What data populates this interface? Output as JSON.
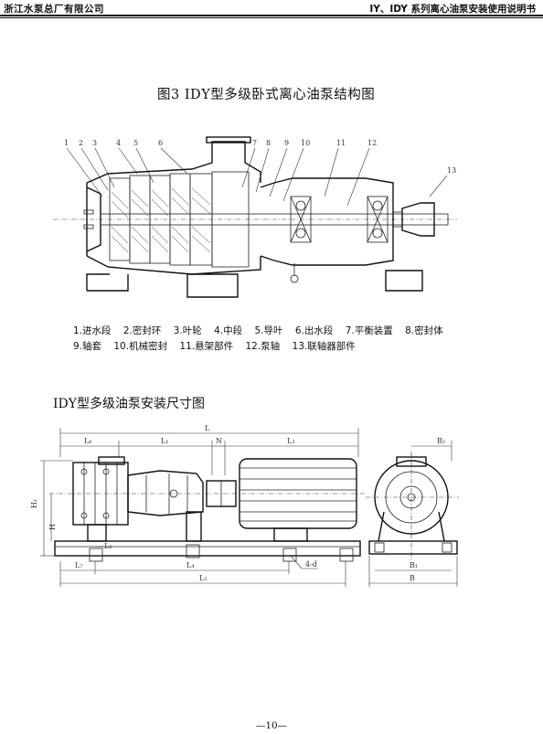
{
  "header": {
    "company": "浙江水泵总厂有限公司",
    "manual_title": "IY、IDY 系列离心油泵安装使用说明书"
  },
  "figure3": {
    "title": "图3 IDY型多级卧式离心油泵结构图",
    "callout_numbers": [
      "1",
      "2",
      "3",
      "4",
      "5",
      "6",
      "7",
      "8",
      "9",
      "10",
      "11",
      "12",
      "13"
    ],
    "parts_row1": [
      "1.进水段",
      "2.密封环",
      "3.叶轮",
      "4.中段",
      "5.导叶",
      "6.出水段",
      "7.平衡装置",
      "8.密封体"
    ],
    "parts_row2": [
      "9.轴套",
      "10.机械密封",
      "11.悬架部件",
      "12.泵轴",
      "13.联轴器部件"
    ]
  },
  "install_drawing": {
    "title": "IDY型多级油泵安装尺寸图",
    "dim_labels": {
      "L": "L",
      "L6": "L₆",
      "L1": "L₁",
      "N": "N",
      "L3": "L₃",
      "B3": "B₃",
      "H1": "H₁",
      "H": "H",
      "L2": "L₂",
      "L7": "L₇",
      "L4": "L₄",
      "L5": "L₅",
      "bolt": "4-d",
      "B1": "B₁",
      "B": "B"
    }
  },
  "footer": {
    "page": "—10—"
  }
}
